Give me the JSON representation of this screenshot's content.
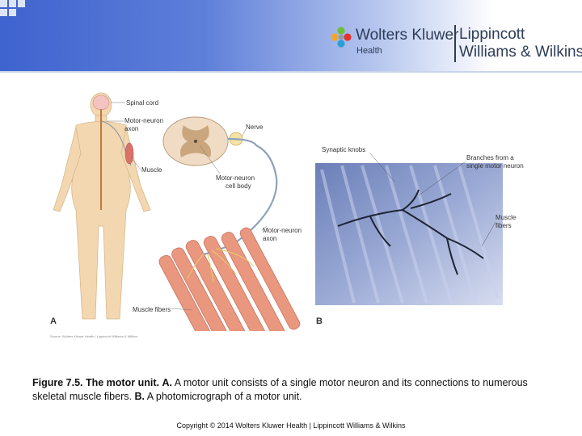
{
  "header": {
    "brand_left": "Wolters Kluwer",
    "brand_left_sub": "Health",
    "brand_right_line1": "Lippincott",
    "brand_right_line2": "Williams & Wilkins",
    "logo_icon": "wolters-kluwer-dots-icon",
    "colors": {
      "banner": "#3f63cf",
      "brand_text": "#2d3d57"
    }
  },
  "figure_a": {
    "panel_label": "A",
    "labels": {
      "spinal_cord": "Spinal cord",
      "motor_neuron_axon_1": "Motor-neuron",
      "motor_neuron_axon_2": "axon",
      "muscle": "Muscle",
      "nerve": "Nerve",
      "cell_body_1": "Motor-neuron",
      "cell_body_2": "cell body",
      "axon2_1": "Motor-neuron",
      "axon2_2": "axon",
      "muscle_fibers": "Muscle fibers"
    },
    "source_note": "Source: Wolters Kluwer Health / Lippincott Williams & Wilkins"
  },
  "figure_b": {
    "panel_label": "B",
    "labels": {
      "synaptic_knobs": "Synaptic knobs",
      "branches_1": "Branches from a",
      "branches_2": "single motor neuron",
      "muscle_fibers_1": "Muscle",
      "muscle_fibers_2": "fibers"
    }
  },
  "caption": {
    "figure_label": "Figure 7.5. The motor unit.",
    "a_label": "A.",
    "a_text": "A motor unit consists of a single motor neuron and its connections to numerous skeletal muscle fibers.",
    "b_label": "B.",
    "b_text": "A photomicrograph of a motor unit."
  },
  "footer": {
    "copyright": "Copyright © 2014 Wolters Kluwer Health | Lippincott Williams & Wilkins"
  }
}
